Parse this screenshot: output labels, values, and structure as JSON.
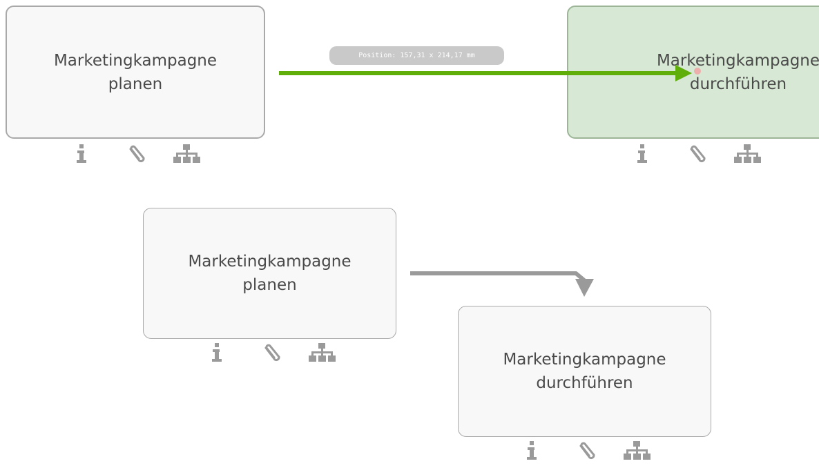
{
  "top_row": {
    "source_task": {
      "line1": "Marketingkampagne",
      "line2": "planen"
    },
    "target_task": {
      "line1": "Marketingkampagne",
      "line2": "durchführen"
    },
    "tooltip": "Position: 157,31 x 214,17 mm",
    "connector_color": "#5fae0a",
    "target_fill": "#d7e9d4"
  },
  "bottom_row": {
    "source_task": {
      "line1": "Marketingkampagne",
      "line2": "planen"
    },
    "target_task": {
      "line1": "Marketingkampagne",
      "line2": "durchführen"
    },
    "connector_color": "#9a9a9a"
  },
  "icons": [
    "info-icon",
    "paperclip-icon",
    "hierarchy-icon"
  ],
  "colors": {
    "task_fill": "#f8f8f8",
    "task_border": "#a9a9a9",
    "icon_gray": "#9a9a9a"
  }
}
